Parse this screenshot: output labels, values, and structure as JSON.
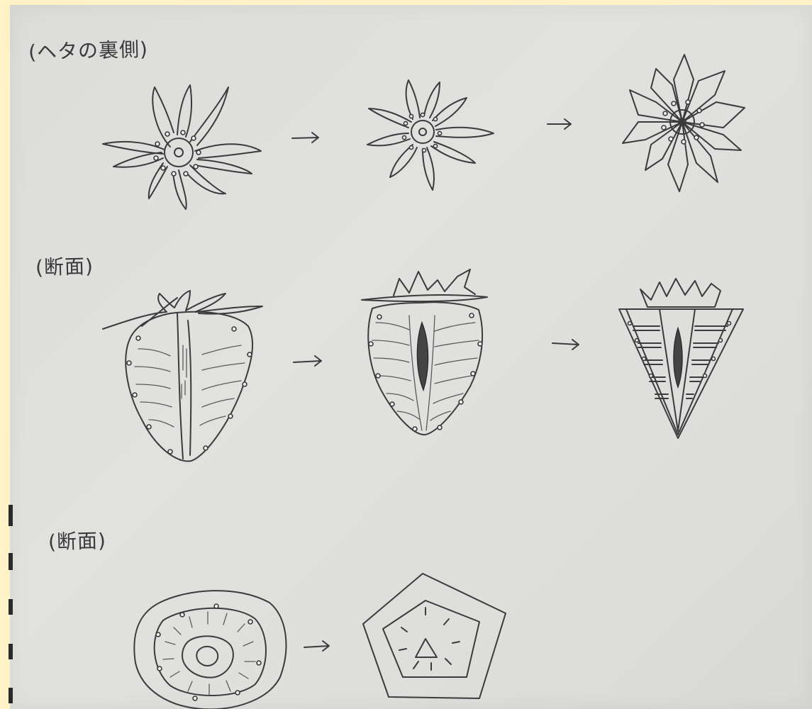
{
  "labels": {
    "calyx_back": "(ヘタの裏側)",
    "cross_section_1": "(断面)",
    "cross_section_2": "(断面)"
  },
  "arrow_glyph": "→"
}
